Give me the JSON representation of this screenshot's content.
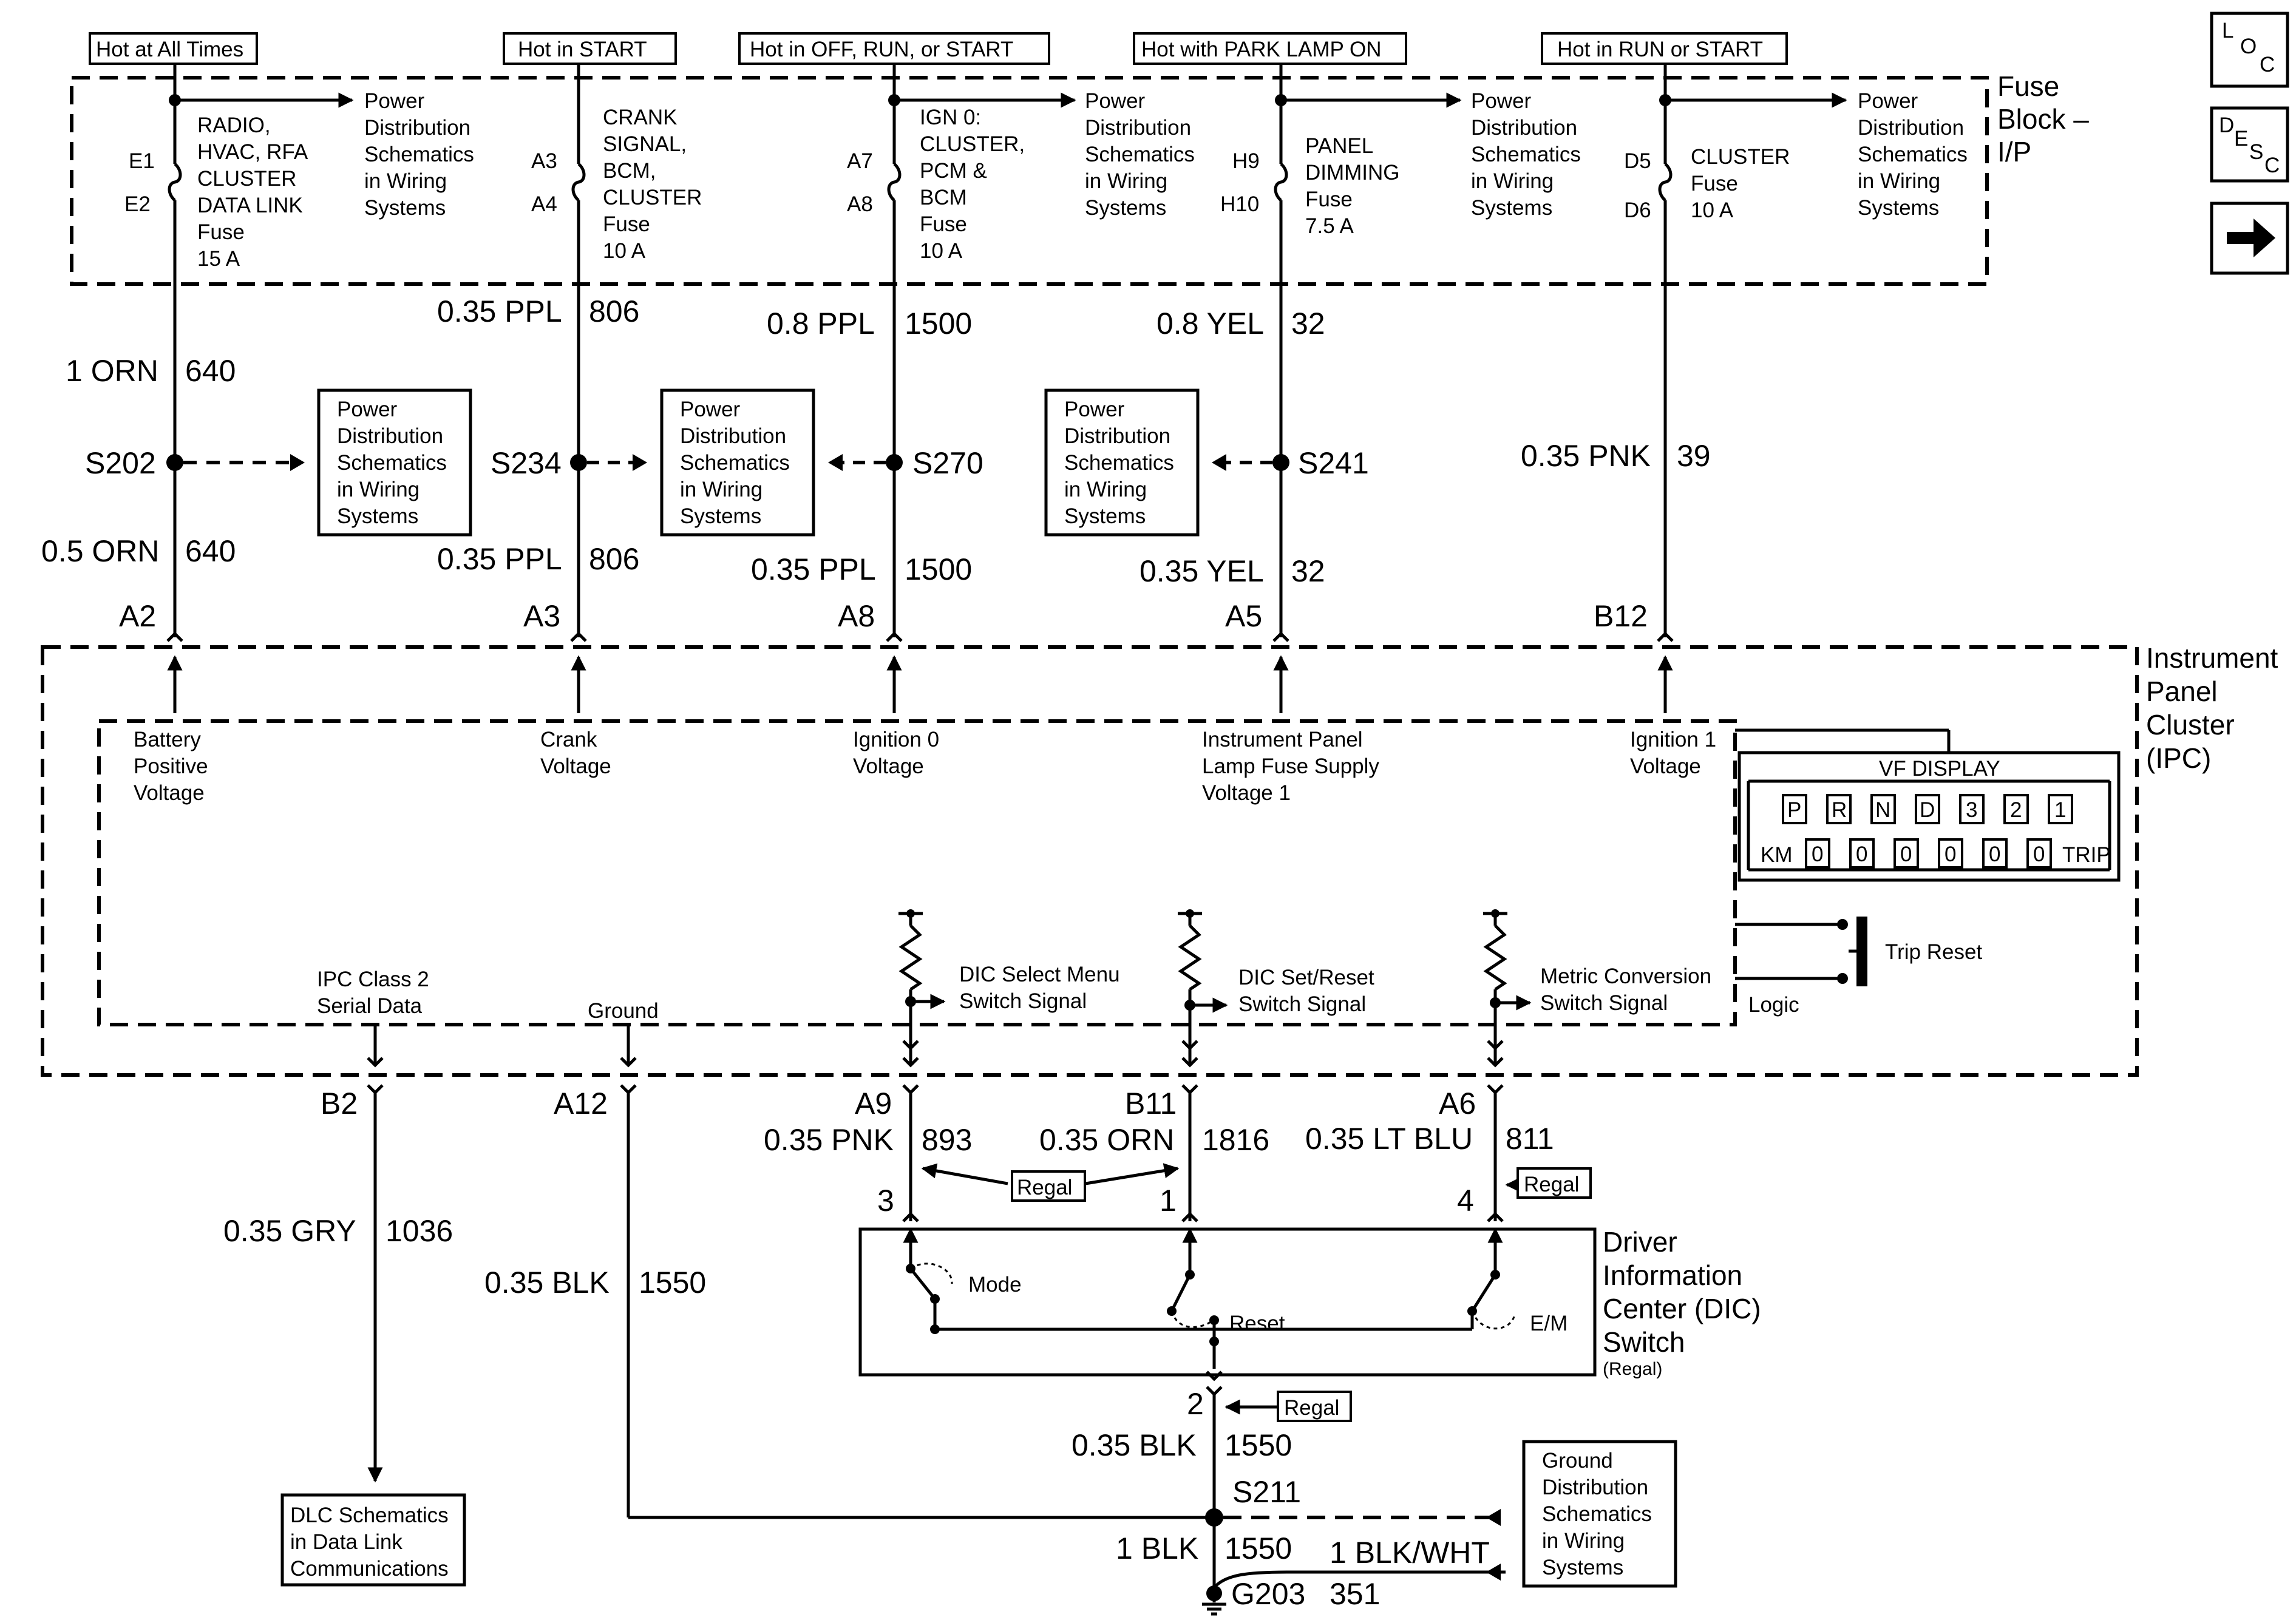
{
  "supply_headers": [
    "Hot at All Times",
    "Hot in START",
    "Hot in OFF, RUN, or START",
    "Hot with PARK LAMP ON",
    "Hot in RUN or START"
  ],
  "fuse_block": {
    "title_line1": "Fuse",
    "title_line2": "Block –",
    "title_line3": "I/P"
  },
  "fuses": [
    {
      "pins": [
        "E1",
        "E2"
      ],
      "lines": [
        "RADIO,",
        "HVAC, RFA",
        "CLUSTER",
        "DATA LINK",
        "Fuse",
        "15 A"
      ]
    },
    {
      "pins": [
        "A3",
        "A4"
      ],
      "lines": [
        "CRANK",
        "SIGNAL,",
        "BCM,",
        "CLUSTER",
        "Fuse",
        "10 A"
      ]
    },
    {
      "pins": [
        "A7",
        "A8"
      ],
      "lines": [
        "IGN 0:",
        "CLUSTER,",
        "PCM &",
        "BCM",
        "Fuse",
        "10 A"
      ]
    },
    {
      "pins": [
        "H9",
        "H10"
      ],
      "lines": [
        "PANEL",
        "DIMMING",
        "Fuse",
        "7.5 A"
      ]
    },
    {
      "pins": [
        "D5",
        "D6"
      ],
      "lines": [
        "CLUSTER",
        "Fuse",
        "10 A"
      ]
    }
  ],
  "power_dist_label": [
    "Power",
    "Distribution",
    "Schematics",
    "in Wiring",
    "Systems"
  ],
  "wires_upper": [
    {
      "gauge": "1 ORN",
      "circuit": "640"
    },
    {
      "gauge": "0.35 PPL",
      "circuit": "806"
    },
    {
      "gauge": "0.8 PPL",
      "circuit": "1500"
    },
    {
      "gauge": "0.8 YEL",
      "circuit": "32"
    },
    {
      "gauge": "0.35 PNK",
      "circuit": "39"
    }
  ],
  "splices": [
    "S202",
    "S234",
    "S270",
    "S241",
    "S211"
  ],
  "wires_lower": [
    {
      "gauge": "0.5 ORN",
      "circuit": "640"
    },
    {
      "gauge": "0.35 PPL",
      "circuit": "806"
    },
    {
      "gauge": "0.35 PPL",
      "circuit": "1500"
    },
    {
      "gauge": "0.35 YEL",
      "circuit": "32"
    }
  ],
  "ipc_pins_top": [
    "A2",
    "A3",
    "A8",
    "A5",
    "B12"
  ],
  "ipc_title": [
    "Instrument",
    "Panel",
    "Cluster",
    "(IPC)"
  ],
  "ipc_inputs": [
    [
      "Battery",
      "Positive",
      "Voltage"
    ],
    [
      "Crank",
      "Voltage"
    ],
    [
      "Ignition 0",
      "Voltage"
    ],
    [
      "Instrument Panel",
      "Lamp Fuse Supply",
      "Voltage 1"
    ],
    [
      "Ignition 1",
      "Voltage"
    ]
  ],
  "vf_display": {
    "title": "VF DISPLAY",
    "gears": [
      "P",
      "R",
      "N",
      "D",
      "3",
      "2",
      "1"
    ],
    "km_label": "KM",
    "digits": [
      "0",
      "0",
      "0",
      "0",
      "0",
      "0"
    ],
    "trip_label": "TRIP"
  },
  "trip_reset": "Trip Reset",
  "logic": "Logic",
  "ipc_signals": [
    [
      "IPC Class 2",
      "Serial Data"
    ],
    [
      "Ground"
    ],
    [
      "DIC Select Menu",
      "Switch Signal"
    ],
    [
      "DIC Set/Reset",
      "Switch Signal"
    ],
    [
      "Metric Conversion",
      "Switch Signal"
    ]
  ],
  "ipc_pins_bottom": [
    "B2",
    "A12",
    "A9",
    "B11",
    "A6"
  ],
  "wires_bottom": [
    {
      "gauge": "0.35 GRY",
      "circuit": "1036"
    },
    {
      "gauge": "0.35 BLK",
      "circuit": "1550"
    },
    {
      "gauge": "0.35 PNK",
      "circuit": "893"
    },
    {
      "gauge": "0.35 ORN",
      "circuit": "1816"
    },
    {
      "gauge": "0.35 LT BLU",
      "circuit": "811"
    }
  ],
  "regal": "Regal",
  "dic_pins": [
    "3",
    "1",
    "4",
    "2"
  ],
  "dic_switches": [
    "Mode",
    "Reset",
    "E/M"
  ],
  "dic_title": [
    "Driver",
    "Information",
    "Center (DIC)",
    "Switch"
  ],
  "dic_subtitle": "(Regal)",
  "dic_ground_wire": {
    "gauge": "0.35 BLK",
    "circuit": "1550"
  },
  "ground_wire": {
    "gauge": "1 BLK",
    "circuit": "1550"
  },
  "ground_wire2": {
    "gauge": "1 BLK/WHT",
    "circuit": "351"
  },
  "ground_point": "G203",
  "dlc_label": [
    "DLC Schematics",
    "in Data Link",
    "Communications"
  ],
  "ground_dist_label": [
    "Ground",
    "Distribution",
    "Schematics",
    "in Wiring",
    "Systems"
  ],
  "nav_icons": [
    {
      "name": "loc",
      "letters": [
        "L",
        "O",
        "C"
      ]
    },
    {
      "name": "desc",
      "letters": [
        "D",
        "E",
        "S",
        "C"
      ]
    }
  ]
}
